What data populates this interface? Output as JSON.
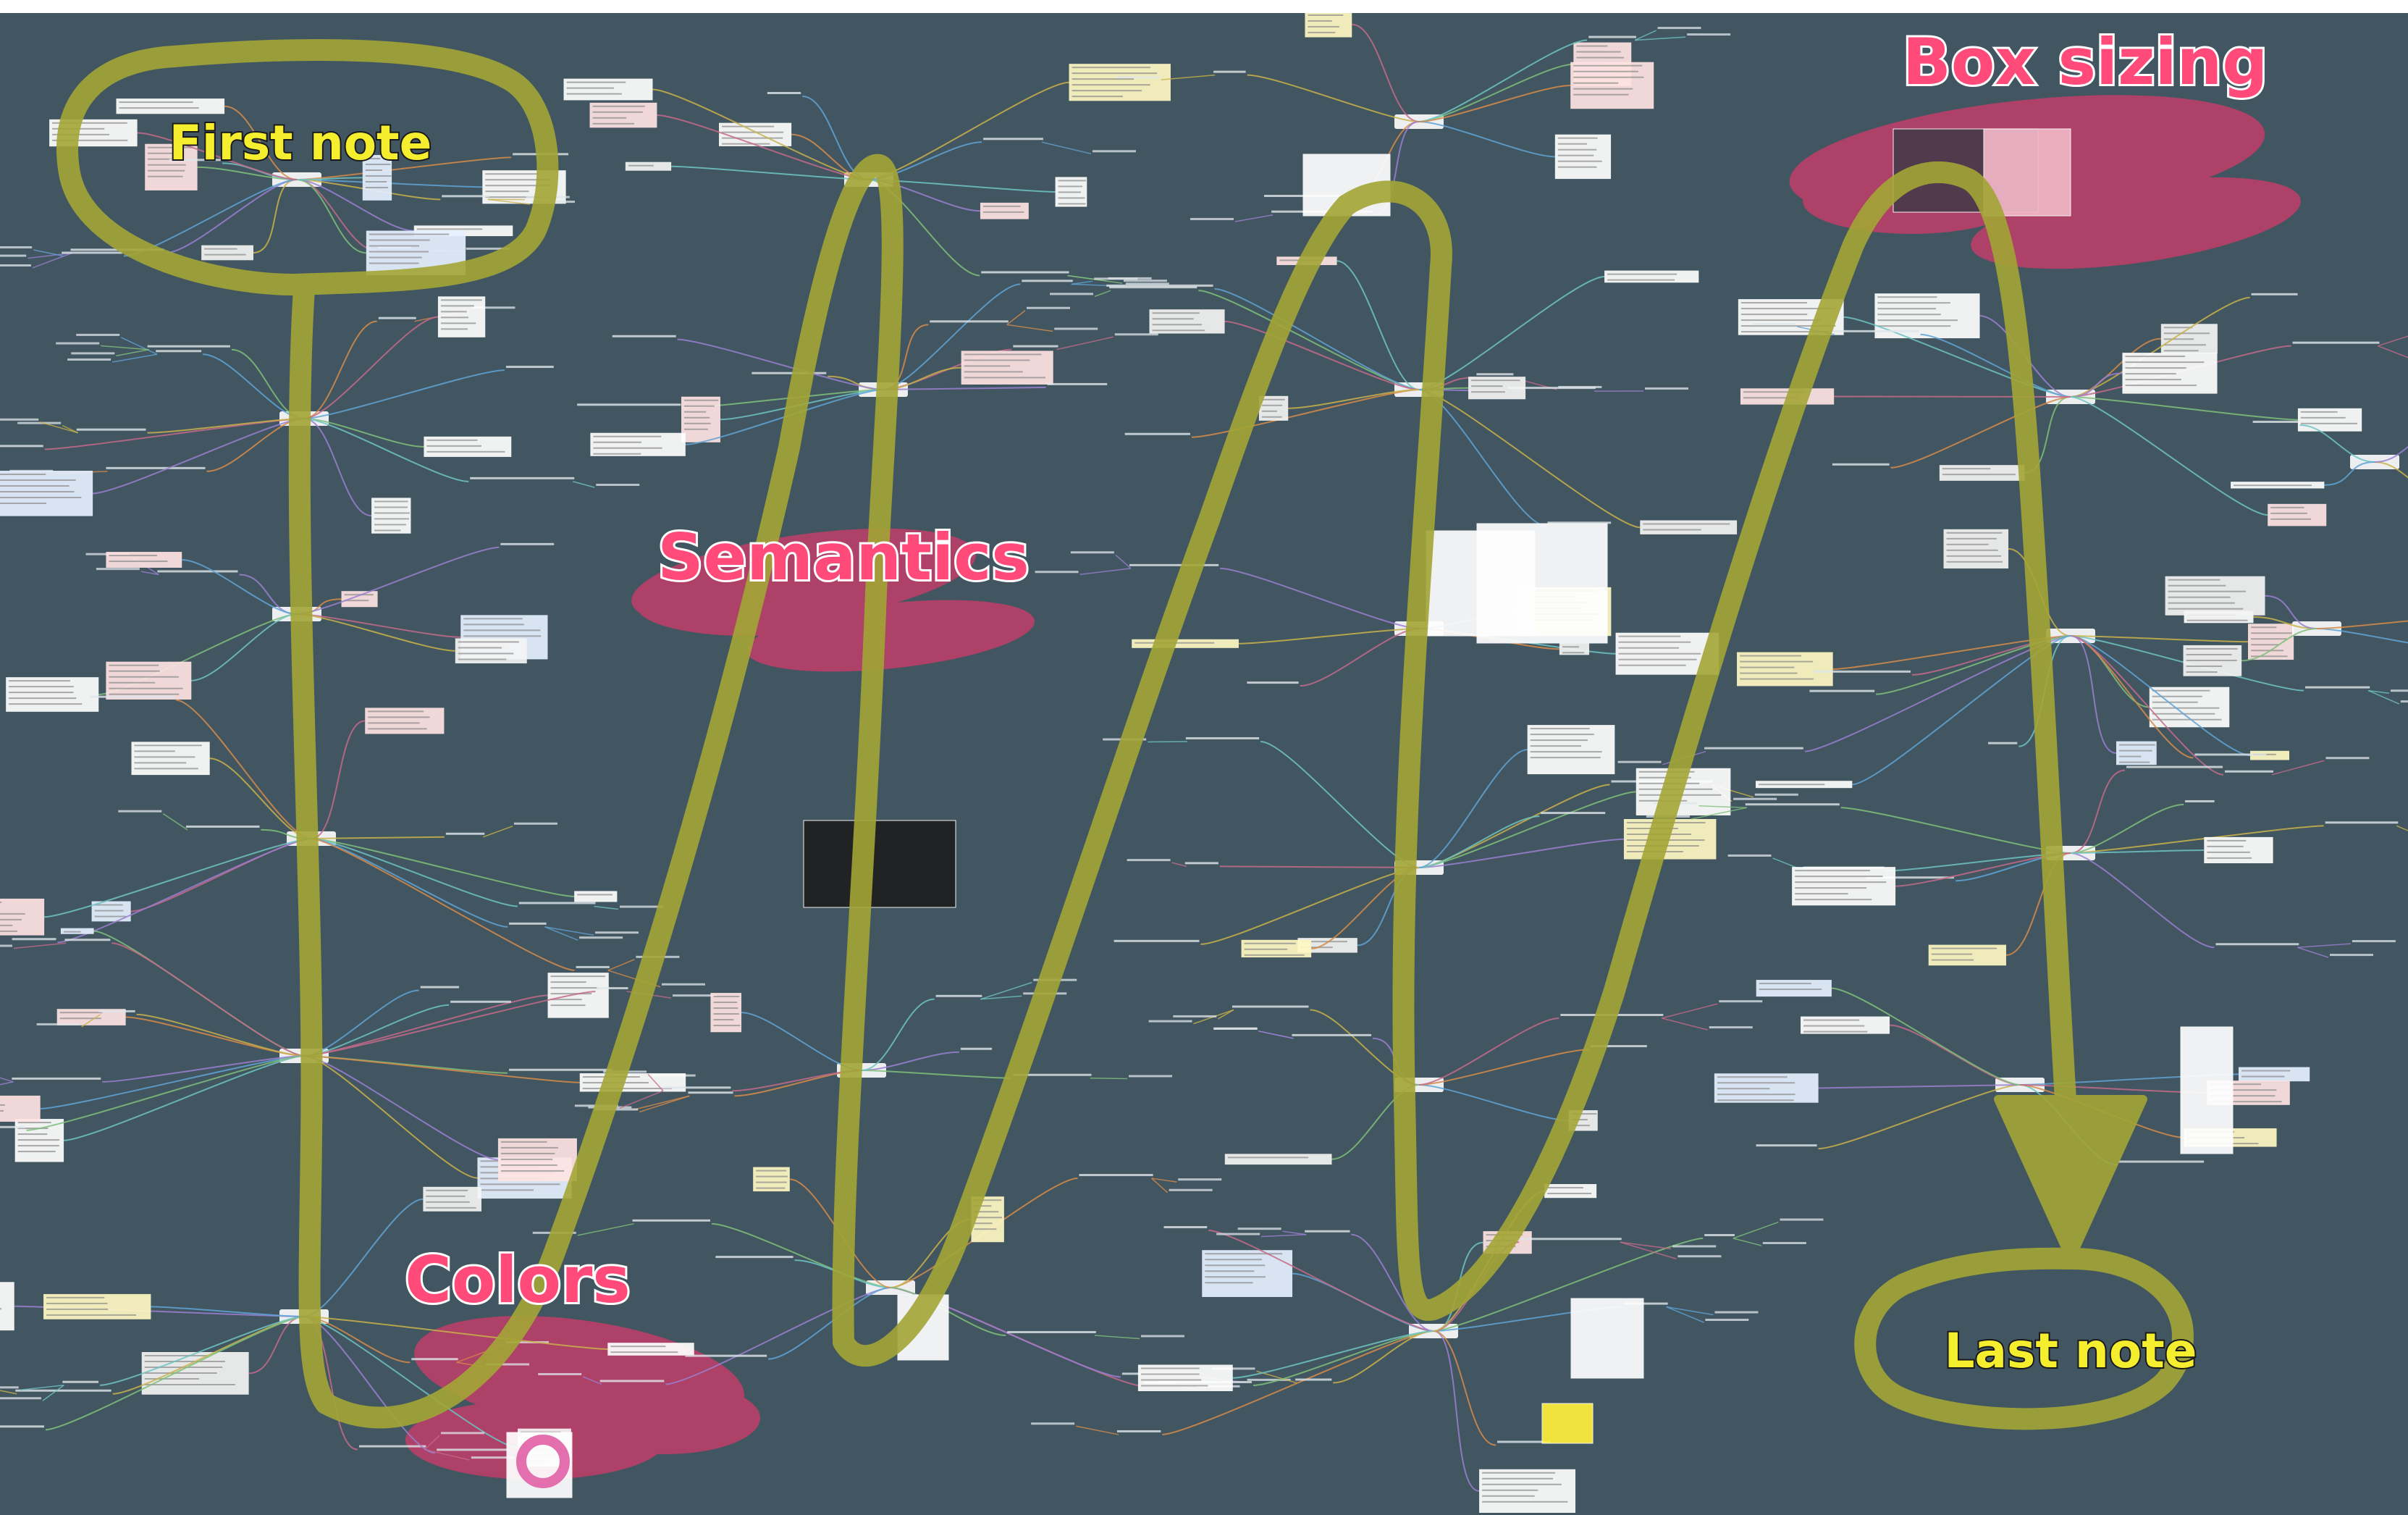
{
  "board": {
    "background": "#425661",
    "path_color": "#a3a536",
    "highlight_color": "#d13a6a",
    "yellow_text_color": "#f5ee2e",
    "pink_text_color": "#ff4a7a"
  },
  "callouts": {
    "first_note": "First note",
    "semantics": "Semantics",
    "box_sizing": "Box sizing",
    "colors": "Colors",
    "last_note": "Last note"
  }
}
